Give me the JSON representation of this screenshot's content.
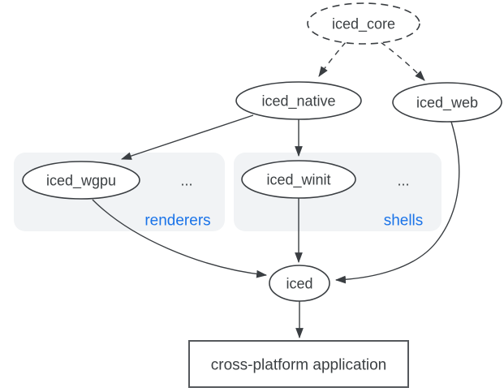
{
  "colors": {
    "background": "#ffffff",
    "node_fill": "#ffffff",
    "node_stroke": "#3a3e42",
    "edge_stroke": "#3a3e42",
    "text": "#3c4043",
    "group_fill": "#f1f3f5",
    "group_label": "#1a73e8",
    "rect_stroke": "#55585c"
  },
  "nodes": {
    "iced_core": {
      "label": "iced_core",
      "shape": "ellipse",
      "border": "dashed"
    },
    "iced_native": {
      "label": "iced_native",
      "shape": "ellipse",
      "border": "solid"
    },
    "iced_web": {
      "label": "iced_web",
      "shape": "ellipse",
      "border": "solid"
    },
    "iced_wgpu": {
      "label": "iced_wgpu",
      "shape": "ellipse",
      "border": "solid"
    },
    "iced_winit": {
      "label": "iced_winit",
      "shape": "ellipse",
      "border": "solid"
    },
    "iced": {
      "label": "iced",
      "shape": "ellipse",
      "border": "solid"
    },
    "app": {
      "label": "cross-platform application",
      "shape": "rectangle",
      "border": "solid"
    }
  },
  "groups": {
    "renderers": {
      "label": "renderers",
      "more": "...",
      "contains": [
        "iced_wgpu"
      ]
    },
    "shells": {
      "label": "shells",
      "more": "...",
      "contains": [
        "iced_winit"
      ]
    }
  },
  "edges": [
    {
      "from": "iced_core",
      "to": "iced_native",
      "style": "dashed"
    },
    {
      "from": "iced_core",
      "to": "iced_web",
      "style": "dashed"
    },
    {
      "from": "iced_native",
      "to": "iced_wgpu",
      "style": "solid"
    },
    {
      "from": "iced_native",
      "to": "iced_winit",
      "style": "solid"
    },
    {
      "from": "iced_wgpu",
      "to": "iced",
      "style": "solid"
    },
    {
      "from": "iced_winit",
      "to": "iced",
      "style": "solid"
    },
    {
      "from": "iced_web",
      "to": "iced",
      "style": "solid"
    },
    {
      "from": "iced",
      "to": "app",
      "style": "solid"
    }
  ]
}
